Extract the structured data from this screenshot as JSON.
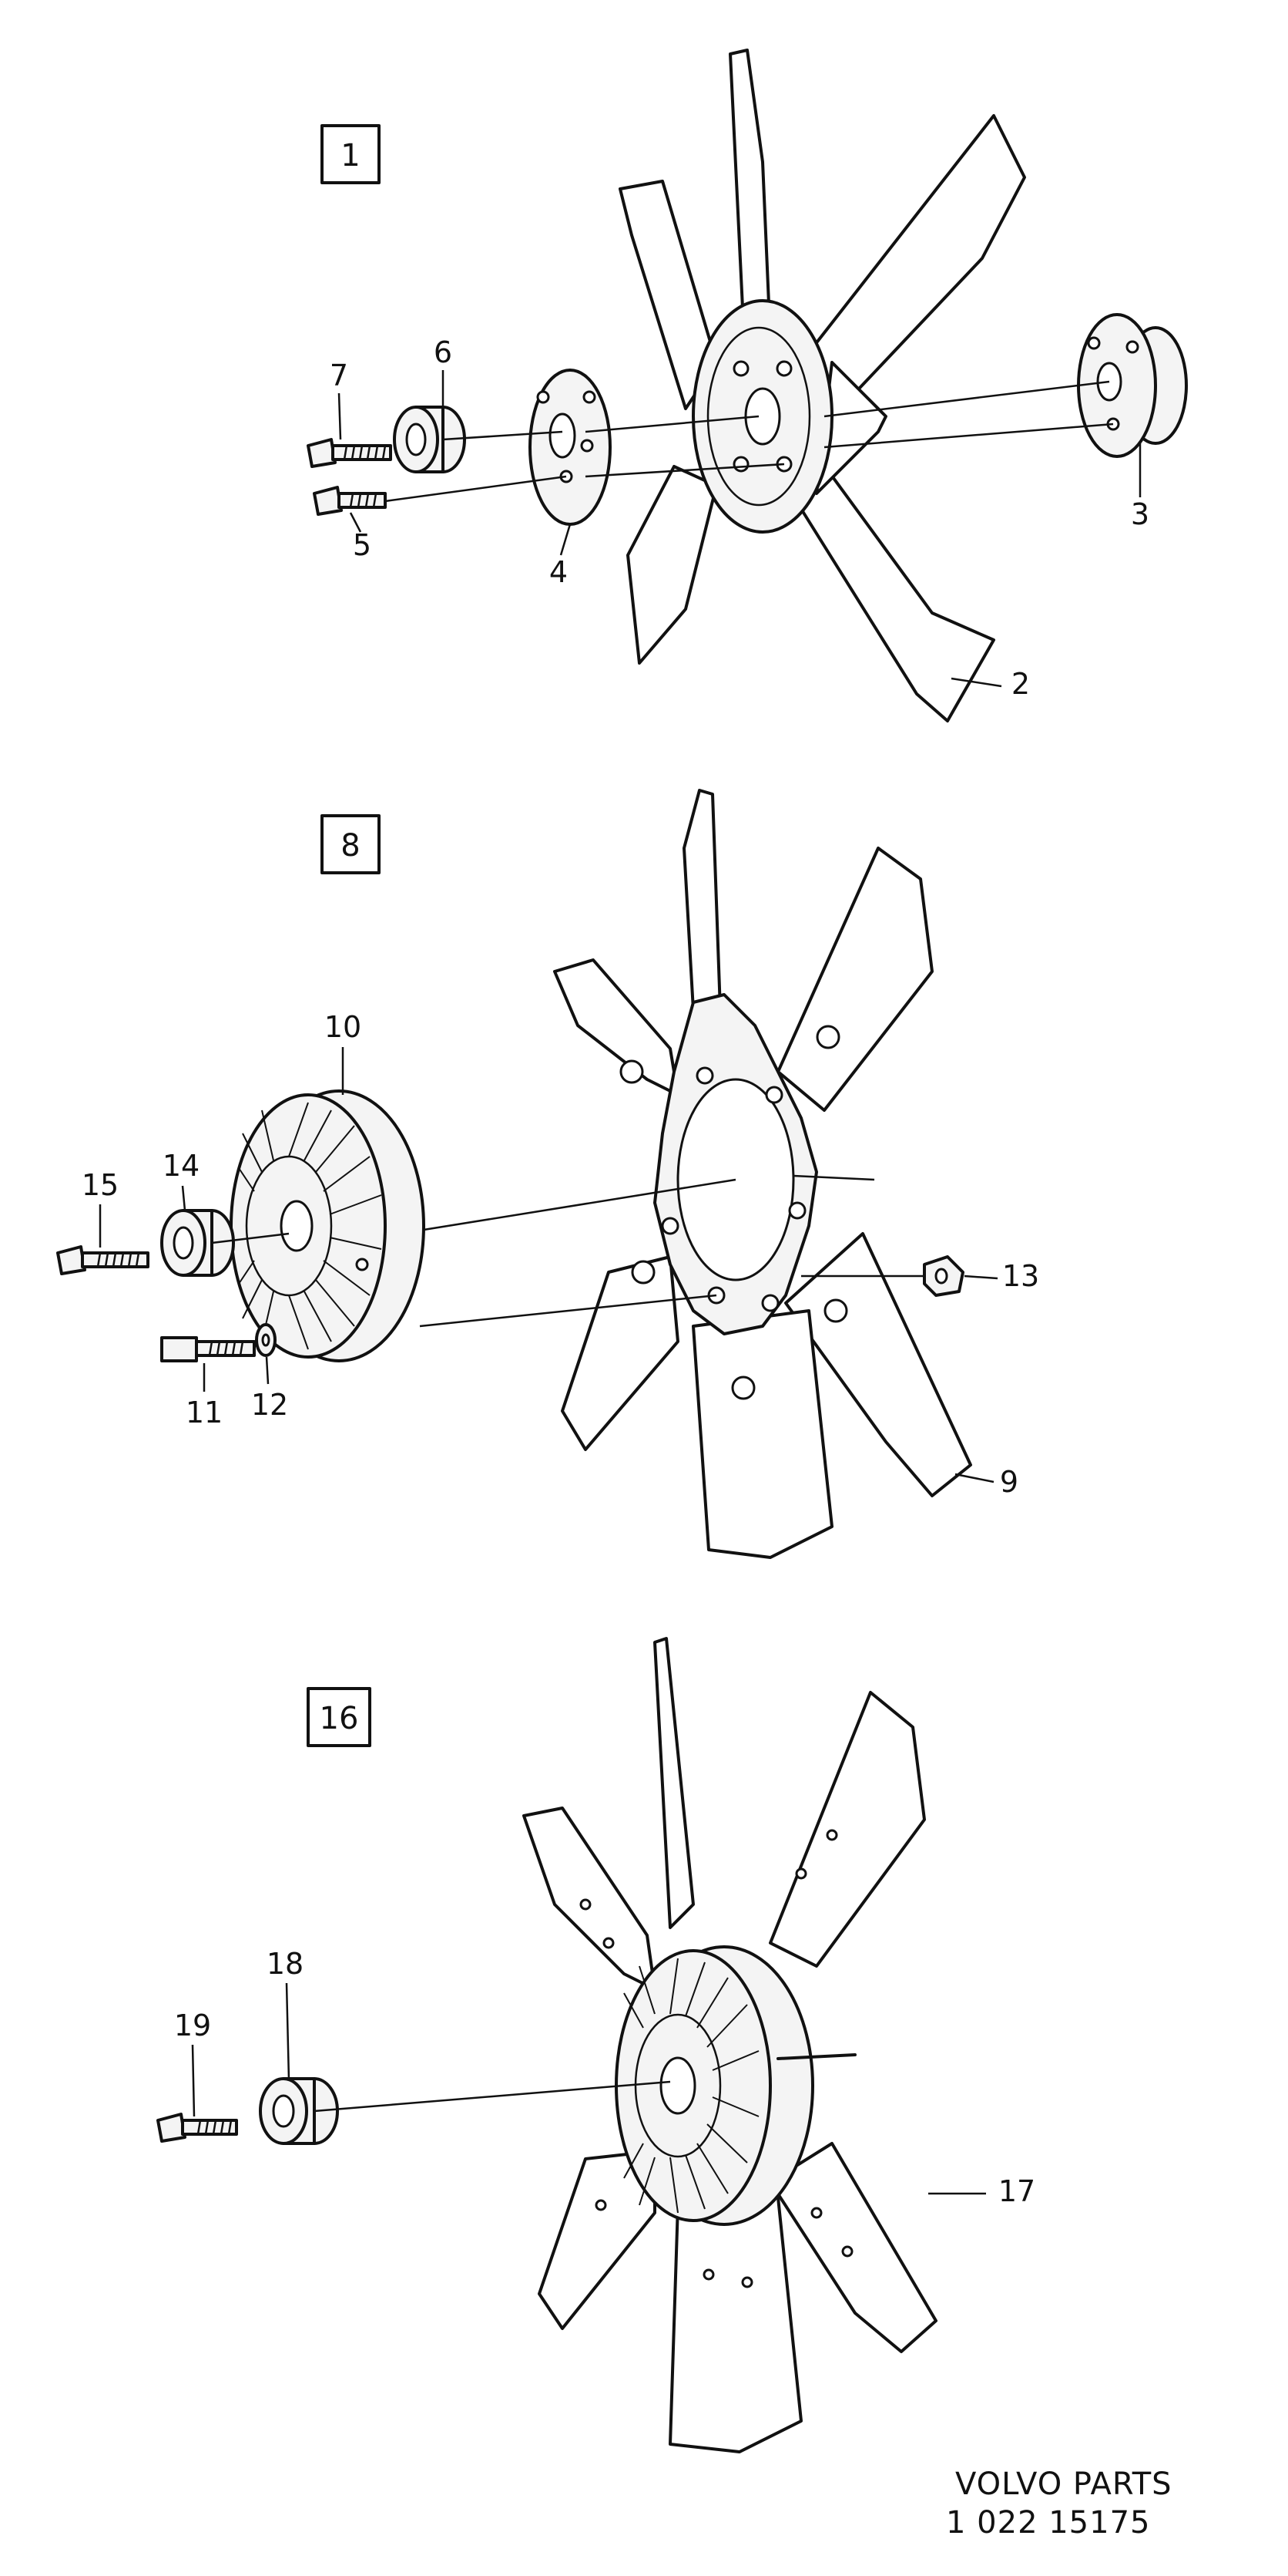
{
  "diagram": {
    "groups": [
      {
        "label": "1"
      },
      {
        "label": "8"
      },
      {
        "label": "16"
      }
    ],
    "callouts": {
      "c2": "2",
      "c3": "3",
      "c4": "4",
      "c5": "5",
      "c6": "6",
      "c7": "7",
      "c9": "9",
      "c10": "10",
      "c11": "11",
      "c12": "12",
      "c13": "13",
      "c14": "14",
      "c15": "15",
      "c17": "17",
      "c18": "18",
      "c19": "19"
    },
    "footer": {
      "line1": "VOLVO PARTS",
      "line2": "1  022 15175"
    }
  },
  "colors": {
    "ink": "#111111",
    "paper": "#ffffff"
  }
}
